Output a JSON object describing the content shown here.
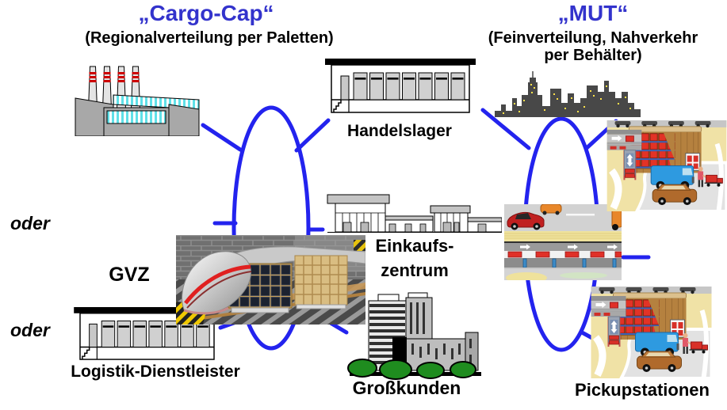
{
  "diagram": {
    "cargo_cap": {
      "title": "„Cargo-Cap“",
      "subtitle": "(Regionalverteilung per Paletten)"
    },
    "mut": {
      "title": "„MUT“",
      "subtitle_line1": "(Feinverteilung, Nahverkehr",
      "subtitle_line2": "per Behälter)"
    },
    "labels": {
      "handelslager": "Handelslager",
      "oder_top": "oder",
      "gvz": "GVZ",
      "oder_bottom": "oder",
      "einkaufszentrum_line1": "Einkaufs-",
      "einkaufszentrum_line2": "zentrum",
      "logistik_dienstleister": "Logistik-Dienstleister",
      "grosskunden": "Großkunden",
      "pickupstationen": "Pickupstationen"
    }
  },
  "colors": {
    "title_blue": "#3333CC",
    "connector_blue": "#2323EE"
  },
  "illustrations": {
    "factory": "factory-with-chimneys",
    "handelslager_building": "warehouse-building",
    "city": "city-skyline",
    "einkaufszentrum_building": "shopping-center-building",
    "logistik_building": "warehouse-building",
    "grosskunden_building": "office-highrise-building",
    "cargo_cap_photo": "cargo-cap-capsule-with-pallets-photo",
    "road_photo": "street-with-cars-over-underground-tube-photo",
    "pickup_station_top": "pickup-station-cutaway-illustration",
    "pickup_station_bottom": "pickup-station-cutaway-illustration"
  }
}
